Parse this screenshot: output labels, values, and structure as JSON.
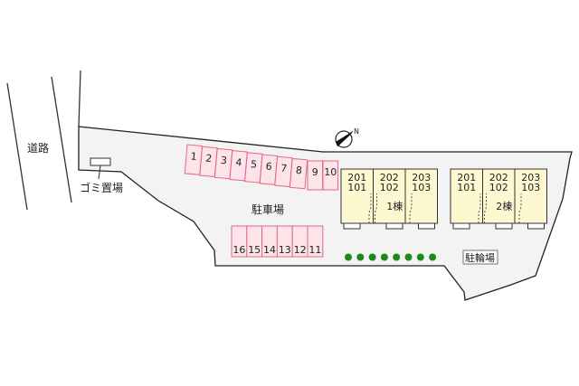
{
  "map": {
    "road_label": "道路",
    "garbage_label": "ゴミ置場",
    "parking_label": "駐車場",
    "bicycle_label": "駐輪場",
    "compass": "north-arrow",
    "colors": {
      "lot_fill": "#f3f3f3",
      "stall_fill": "#fde3ea",
      "stall_stroke": "#e06a80",
      "unit_fill": "#fdf8cf",
      "tree": "#1e8a1e"
    },
    "parking_row_top": [
      "1",
      "2",
      "3",
      "4",
      "5",
      "6",
      "7",
      "8",
      "9",
      "10"
    ],
    "parking_row_bottom": [
      "16",
      "15",
      "14",
      "13",
      "12",
      "11"
    ],
    "buildings": [
      {
        "name": "1棟",
        "units": [
          {
            "upper": "201",
            "lower": "101"
          },
          {
            "upper": "202",
            "lower": "102"
          },
          {
            "upper": "203",
            "lower": "103"
          }
        ]
      },
      {
        "name": "2棟",
        "units": [
          {
            "upper": "201",
            "lower": "101"
          },
          {
            "upper": "202",
            "lower": "102"
          },
          {
            "upper": "203",
            "lower": "103"
          }
        ]
      }
    ],
    "tree_count": 8
  }
}
